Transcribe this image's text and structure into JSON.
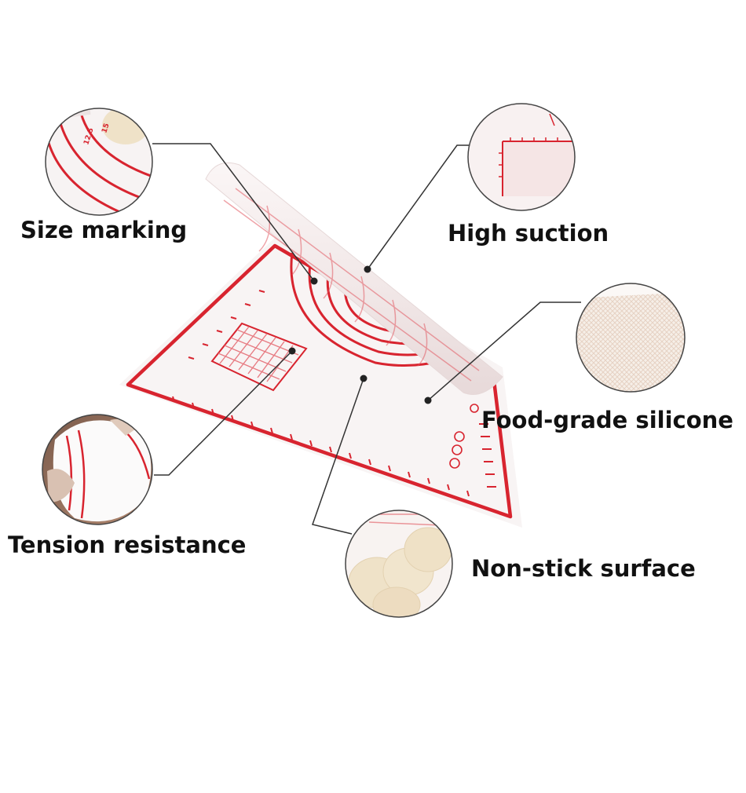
{
  "features": {
    "size_marking": "Size marking",
    "high_suction": "High suction",
    "food_grade": "Food-grade silicone",
    "tension": "Tension resistance",
    "non_stick": "Non-stick surface"
  },
  "detail_marks": {
    "ring_a": "12.5",
    "ring_b": "15"
  },
  "colors": {
    "accent_red": "#d8242f",
    "mat_white": "#f8f4f4",
    "dough": "#efe2c8",
    "connector": "#333333"
  }
}
